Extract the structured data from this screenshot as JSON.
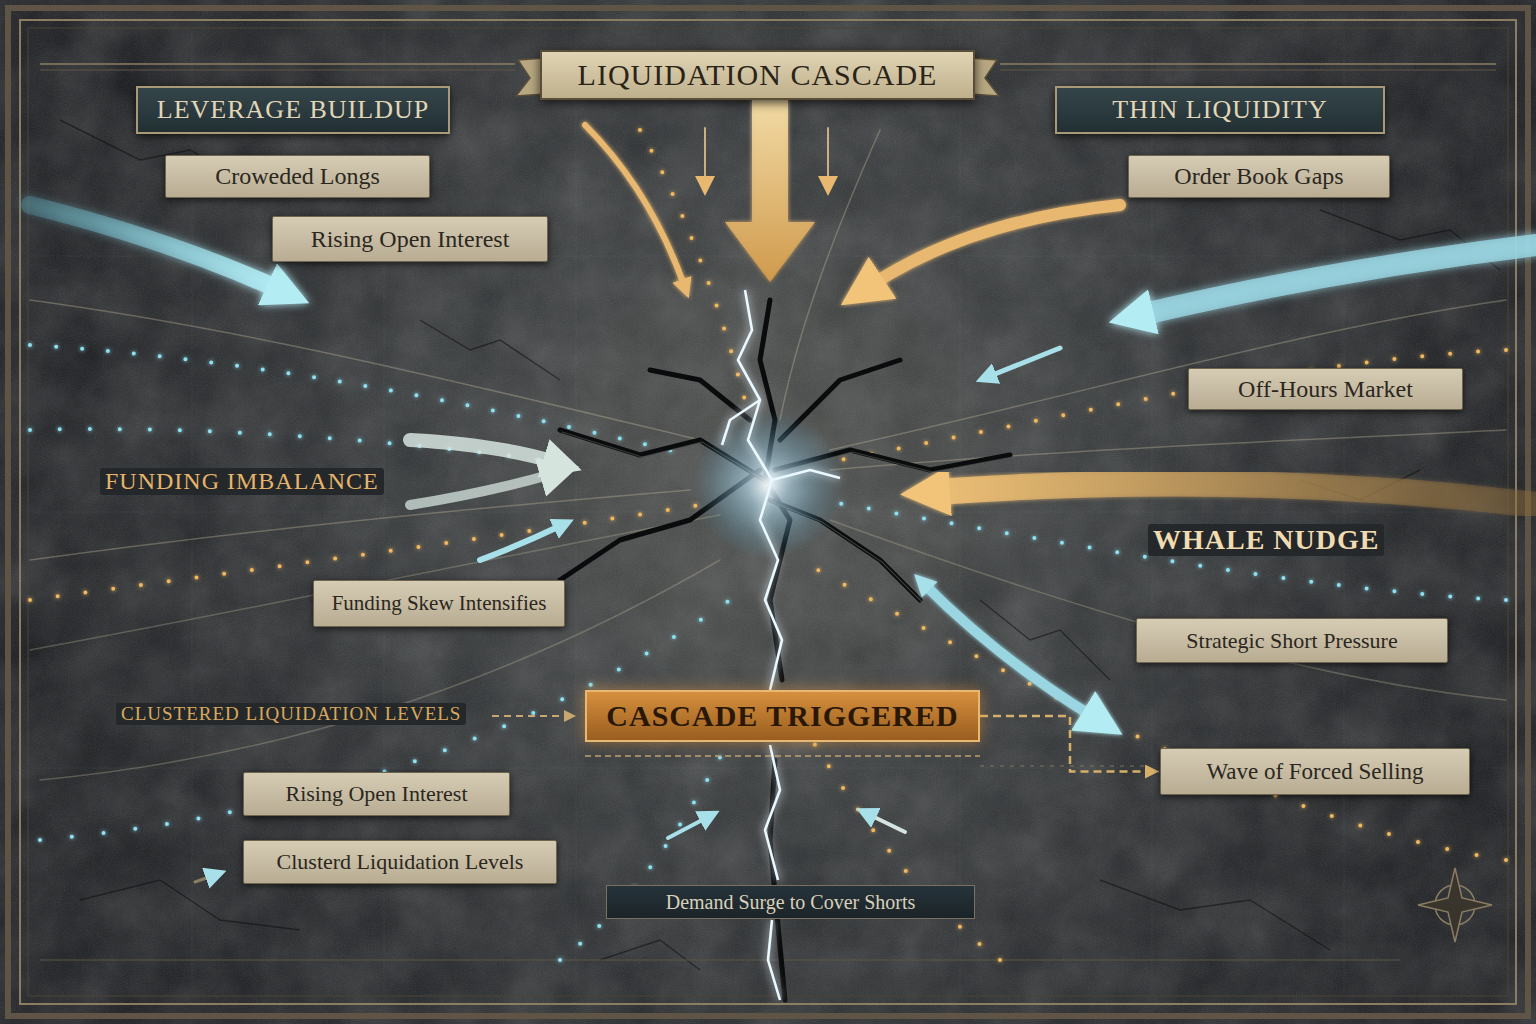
{
  "diagram": {
    "title": "LIQUIDATION CASCADE",
    "nodes": [
      {
        "text": [
          "LEVERAGE BUILDUP"
        ]
      },
      {
        "text": [
          "THIN LIQUIDITY"
        ]
      },
      {
        "text": [
          "Croweded Longs"
        ]
      },
      {
        "text": [
          "Order Book Gaps"
        ]
      },
      {
        "text": [
          "Rising Open Interest"
        ]
      },
      {
        "text": [
          "Off-Hours Market"
        ]
      },
      {
        "text": [
          "Funding Skew Intensifies"
        ]
      },
      {
        "text": [
          "Strategic Short Pressure"
        ]
      },
      {
        "text": [
          "CASCADE TRIGGERED"
        ]
      },
      {
        "text": [
          "Wave of Forced Selling"
        ]
      },
      {
        "text": [
          "Rising Open Interest"
        ]
      },
      {
        "text": [
          "Clusterd Liquidation Levels"
        ]
      },
      {
        "text": [
          "Demand Surge to Cover Shorts"
        ]
      }
    ],
    "edges": [
      {
        "from": 8,
        "to": 9,
        "arrow": "to"
      }
    ],
    "labels": [
      "FUNDING IMBALANCE",
      "WHALE NUDGE",
      "CLUSTERED LIQUIDATION LEVELS"
    ]
  }
}
